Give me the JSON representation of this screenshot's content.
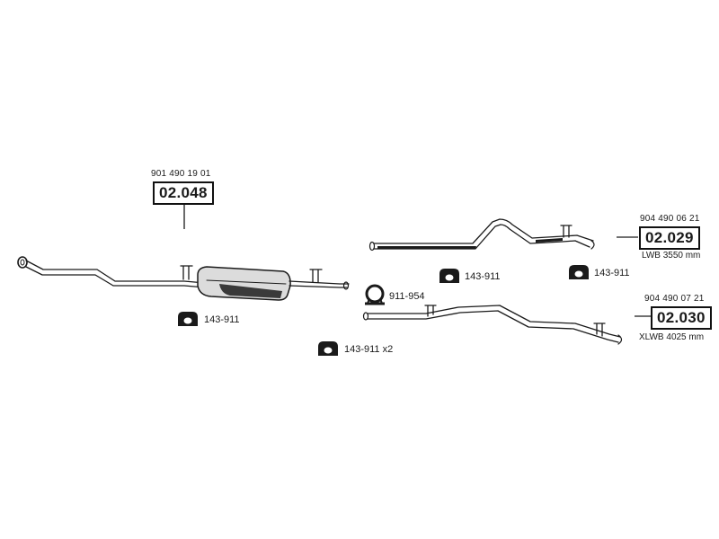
{
  "assemblies": [
    {
      "part_number": "901 490 19 01",
      "ref": "02.048",
      "note": ""
    },
    {
      "part_number": "904 490 06 21",
      "ref": "02.029",
      "note": "LWB 3550 mm"
    },
    {
      "part_number": "904 490 07 21",
      "ref": "02.030",
      "note": "XLWB 4025 mm"
    }
  ],
  "hardware": [
    {
      "label": "143-911",
      "icon": "rubber-hanger-icon"
    },
    {
      "label": "143-911 x2",
      "icon": "rubber-hanger-icon"
    },
    {
      "label": "911-954",
      "icon": "clamp-icon"
    },
    {
      "label": "143-911",
      "icon": "rubber-hanger-icon"
    },
    {
      "label": "143-911",
      "icon": "rubber-hanger-icon"
    }
  ]
}
